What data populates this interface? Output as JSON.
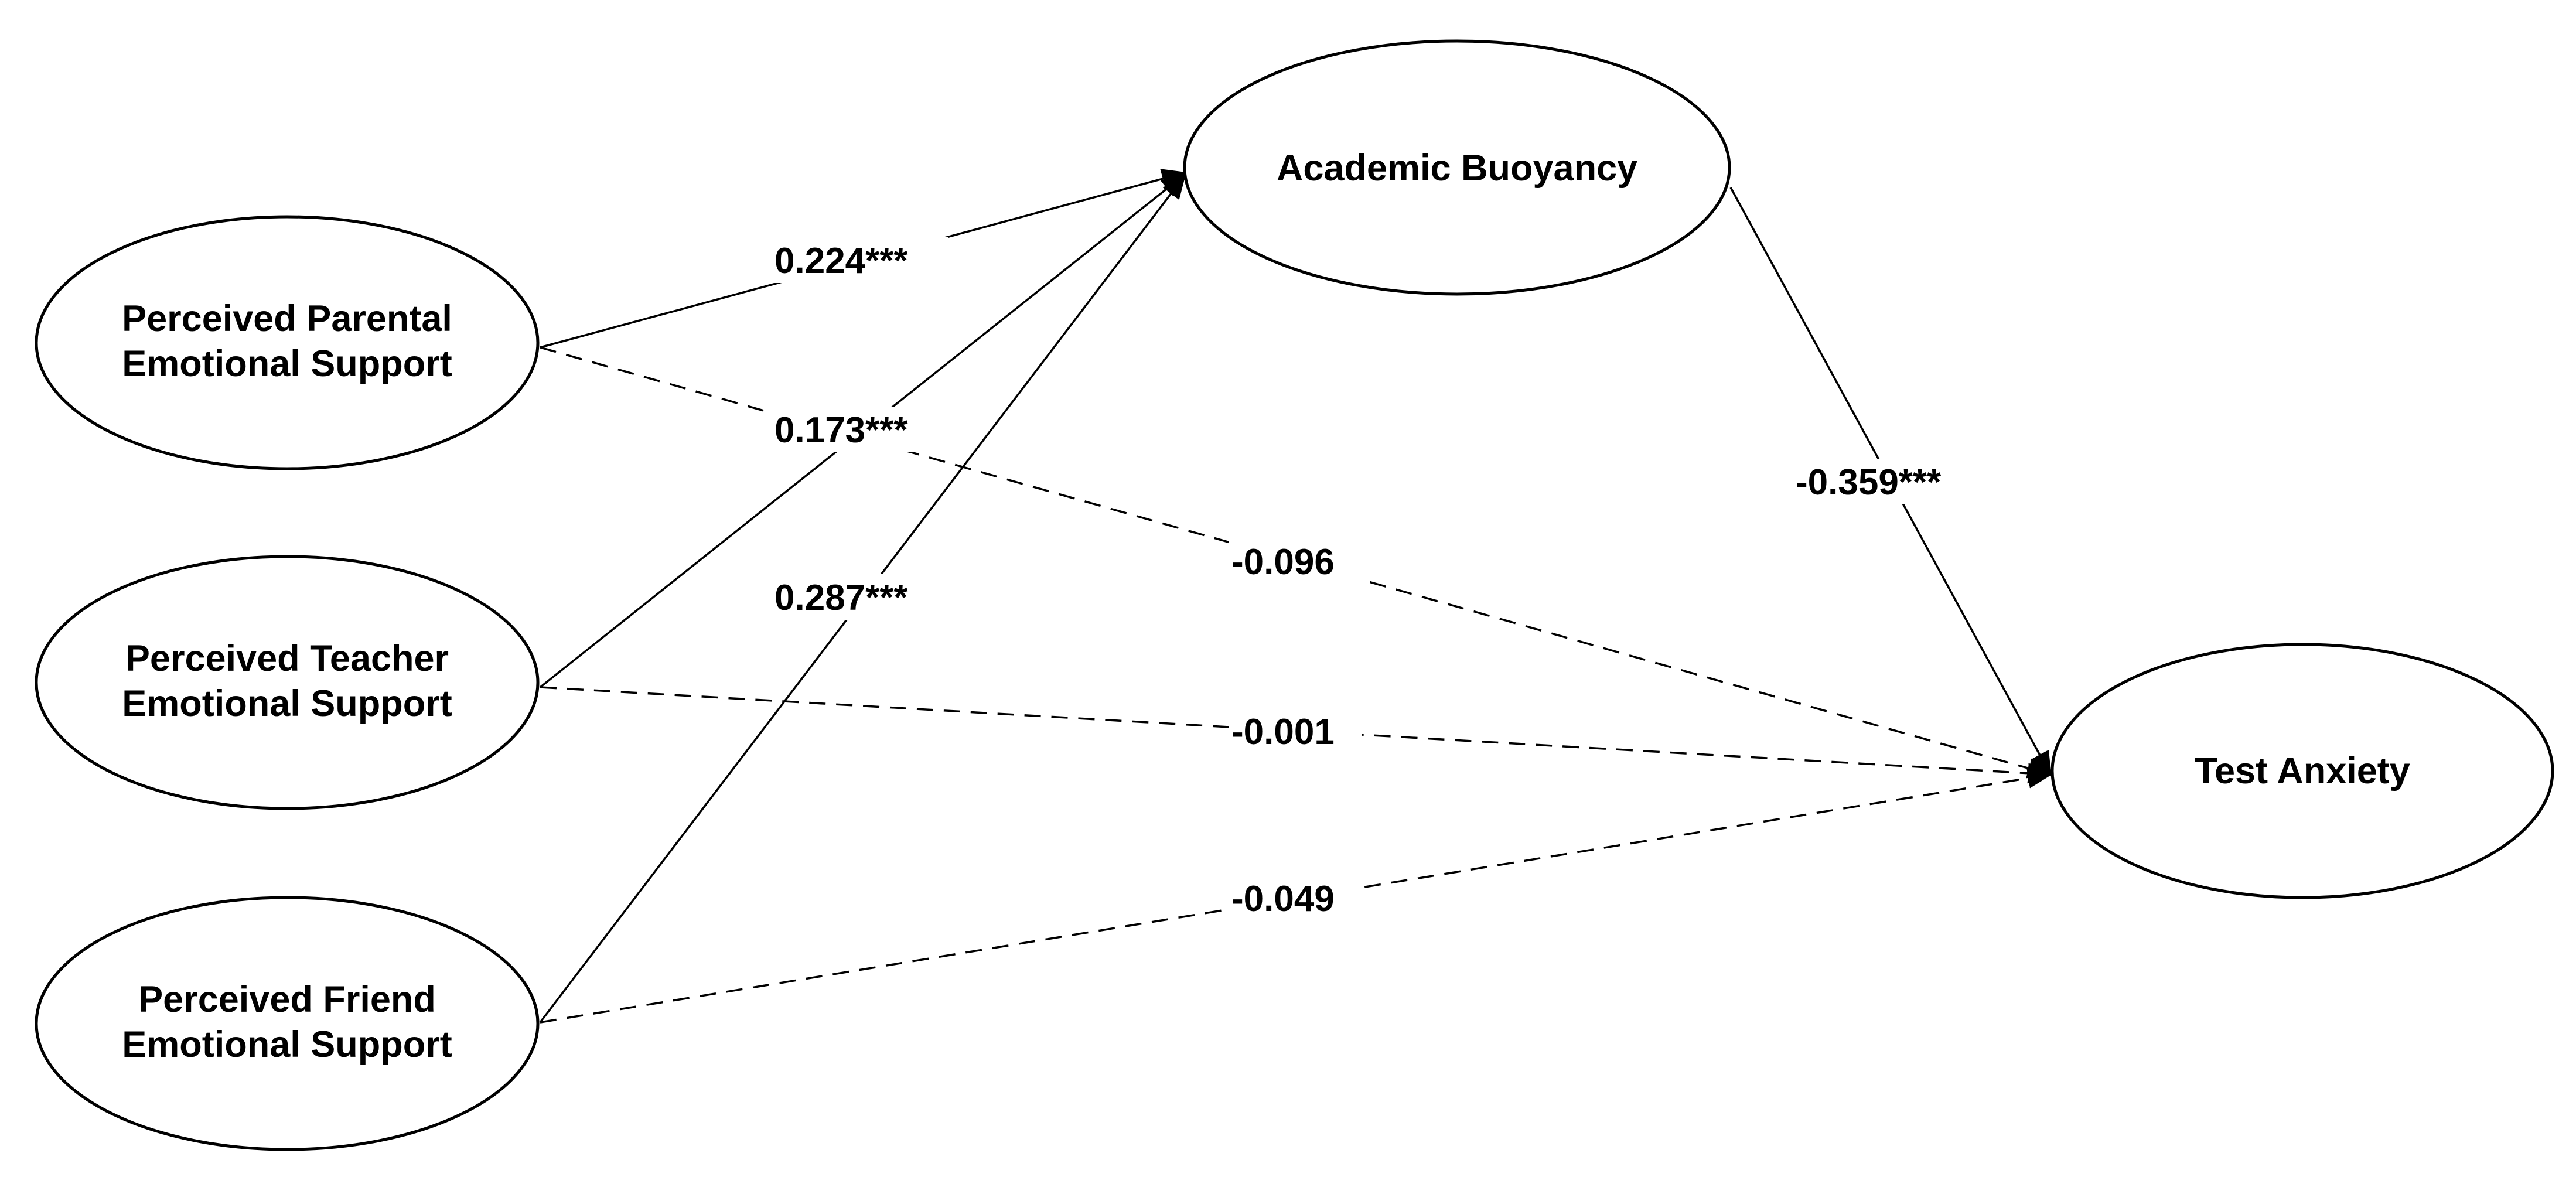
{
  "nodes": {
    "parental": {
      "line1": "Perceived Parental",
      "line2": "Emotional Support"
    },
    "teacher": {
      "line1": "Perceived Teacher",
      "line2": "Emotional Support"
    },
    "friend": {
      "line1": "Perceived Friend",
      "line2": "Emotional Support"
    },
    "buoyancy": {
      "label": "Academic Buoyancy"
    },
    "anxiety": {
      "label": "Test Anxiety"
    }
  },
  "paths": {
    "parental_to_buoyancy": {
      "coefficient": "0.224***",
      "significant": true
    },
    "teacher_to_buoyancy": {
      "coefficient": "0.173***",
      "significant": true
    },
    "friend_to_buoyancy": {
      "coefficient": "0.287***",
      "significant": true
    },
    "buoyancy_to_anxiety": {
      "coefficient": "-0.359***",
      "significant": true
    },
    "parental_to_anxiety": {
      "coefficient": "-0.096",
      "significant": false
    },
    "teacher_to_anxiety": {
      "coefficient": "-0.001",
      "significant": false
    },
    "friend_to_anxiety": {
      "coefficient": "-0.049",
      "significant": false
    }
  },
  "colors": {
    "stroke": "#000000",
    "background": "#ffffff"
  }
}
